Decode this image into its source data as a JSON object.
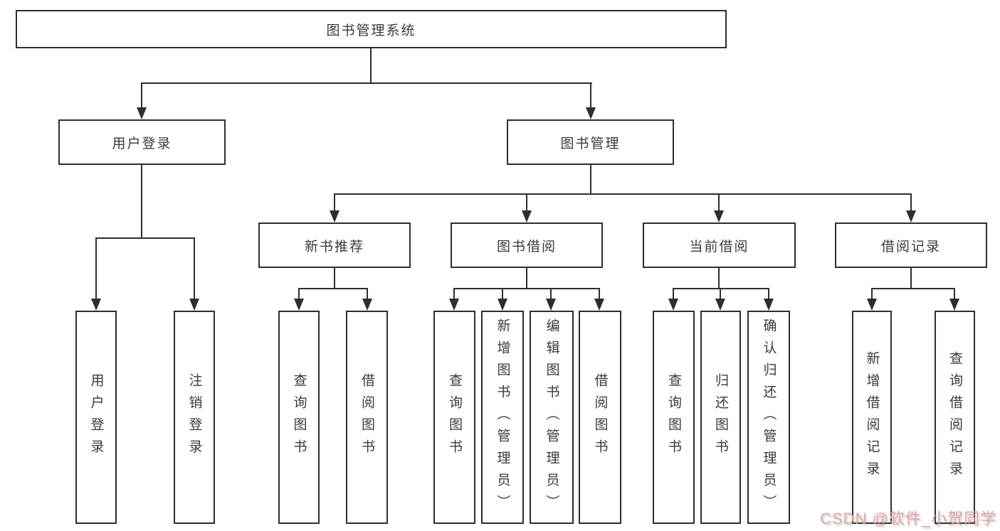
{
  "tree": {
    "root": {
      "label": "图书管理系统"
    },
    "level2": [
      {
        "label": "用户登录",
        "children": [
          {
            "label": "用户登录"
          },
          {
            "label": "注销登录"
          }
        ]
      },
      {
        "label": "图书管理",
        "children": [
          {
            "label": "新书推荐",
            "children": [
              {
                "label": "查询图书"
              },
              {
                "label": "借阅图书"
              }
            ]
          },
          {
            "label": "图书借阅",
            "children": [
              {
                "label": "查询图书"
              },
              {
                "label": "新增图书（管理员）"
              },
              {
                "label": "编辑图书（管理员）"
              },
              {
                "label": "借阅图书"
              }
            ]
          },
          {
            "label": "当前借阅",
            "children": [
              {
                "label": "查询图书"
              },
              {
                "label": "归还图书"
              },
              {
                "label": "确认归还（管理员）"
              }
            ]
          },
          {
            "label": "借阅记录",
            "children": [
              {
                "label": "新增借阅记录"
              },
              {
                "label": "查询借阅记录"
              }
            ]
          }
        ]
      }
    ]
  },
  "watermark": {
    "text": "CSDN @软件_小贺同学",
    "color": "#e5a4a4"
  },
  "colors": {
    "line": "#2e2e2e",
    "text": "#3a3a3a",
    "background": "#ffffff"
  }
}
